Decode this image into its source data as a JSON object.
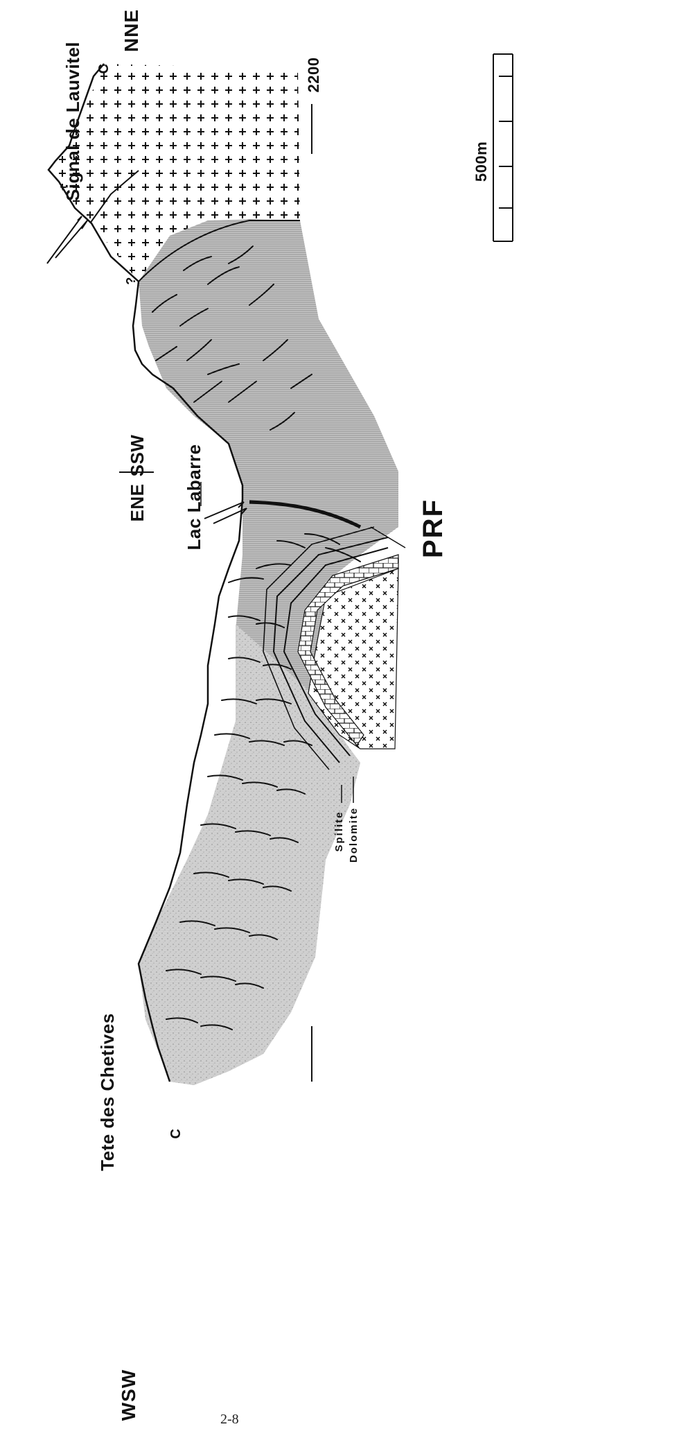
{
  "figure": {
    "direction_left": "WSW",
    "direction_right": "NNE",
    "direction_mid_left": "ENE",
    "direction_mid_right": "SSW",
    "place_left": "Tete des Chetives",
    "place_center": "Lac Labarre",
    "place_right": "Signal de Lauvitel",
    "fault_label": "PRF",
    "elevation_label": "2200",
    "scale_label": "500m",
    "section_end_left": "C",
    "section_end_right": "C",
    "uncertain_mark": "?",
    "unit_spilite": "Spilite",
    "unit_dolomite": "Dolomite"
  },
  "page_number": "2-8"
}
